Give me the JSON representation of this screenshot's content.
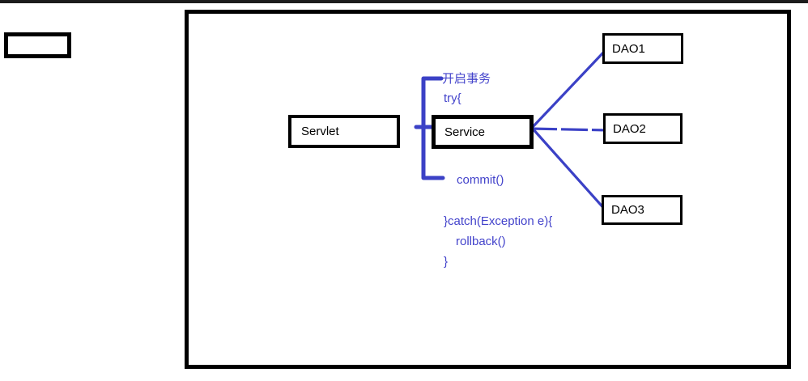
{
  "colors": {
    "accent_blue": "#3B41C6",
    "text_blue": "#4343CB",
    "box_border": "#000000",
    "top_bar": "#1C1C1C",
    "background": "#FFFFFF"
  },
  "diagram": {
    "nodes": [
      {
        "id": "servlet",
        "label": "Servlet"
      },
      {
        "id": "service",
        "label": "Service"
      },
      {
        "id": "dao1",
        "label": "DAO1"
      },
      {
        "id": "dao2",
        "label": "DAO2"
      },
      {
        "id": "dao3",
        "label": "DAO3"
      }
    ],
    "annotations": {
      "begin_transaction": "开启事务",
      "try_open": "try{",
      "commit_call": "commit()",
      "catch_open": "}catch(Exception e){",
      "rollback_call": "rollback()",
      "close_brace": "}"
    }
  }
}
